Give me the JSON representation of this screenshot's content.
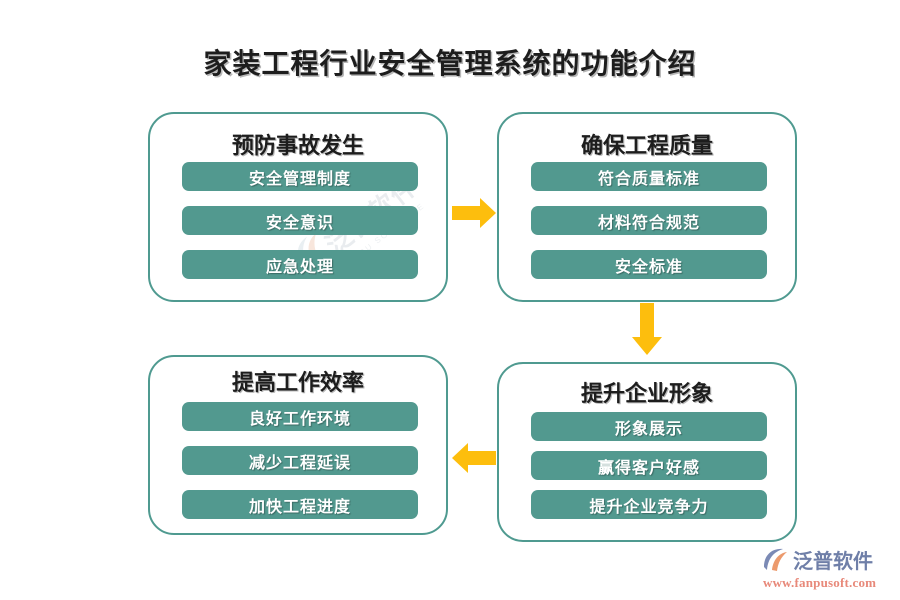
{
  "title": "家装工程行业安全管理系统的功能介绍",
  "colors": {
    "box_border": "#4f9a90",
    "pill_fill": "#52998f",
    "pill_text": "#ffffff",
    "arrow": "#FDBE0D",
    "title_text": "#1d1d1d",
    "logo_name": "#6f7fa8",
    "logo_url": "#e8897a",
    "background": "#ffffff"
  },
  "boxes": [
    {
      "id": "prevent",
      "title": "预防事故发生",
      "items": [
        "安全管理制度",
        "安全意识",
        "应急处理"
      ]
    },
    {
      "id": "quality",
      "title": "确保工程质量",
      "items": [
        "符合质量标准",
        "材料符合规范",
        "安全标准"
      ]
    },
    {
      "id": "efficiency",
      "title": "提高工作效率",
      "items": [
        "良好工作环境",
        "减少工程延误",
        "加快工程进度"
      ]
    },
    {
      "id": "image",
      "title": "提升企业形象",
      "items": [
        "形象展示",
        "赢得客户好感",
        "提升企业竞争力"
      ]
    }
  ],
  "arrows": [
    {
      "name": "arrow-right",
      "direction": "right",
      "from": "prevent",
      "to": "quality"
    },
    {
      "name": "arrow-down",
      "direction": "down",
      "from": "quality",
      "to": "image"
    },
    {
      "name": "arrow-left",
      "direction": "left",
      "from": "image",
      "to": "efficiency"
    }
  ],
  "watermark": {
    "text": "泛普软件",
    "subtext": "FANPU SOFTWARE"
  },
  "logo": {
    "name": "泛普软件",
    "url": "www.fanpusoft.com"
  }
}
